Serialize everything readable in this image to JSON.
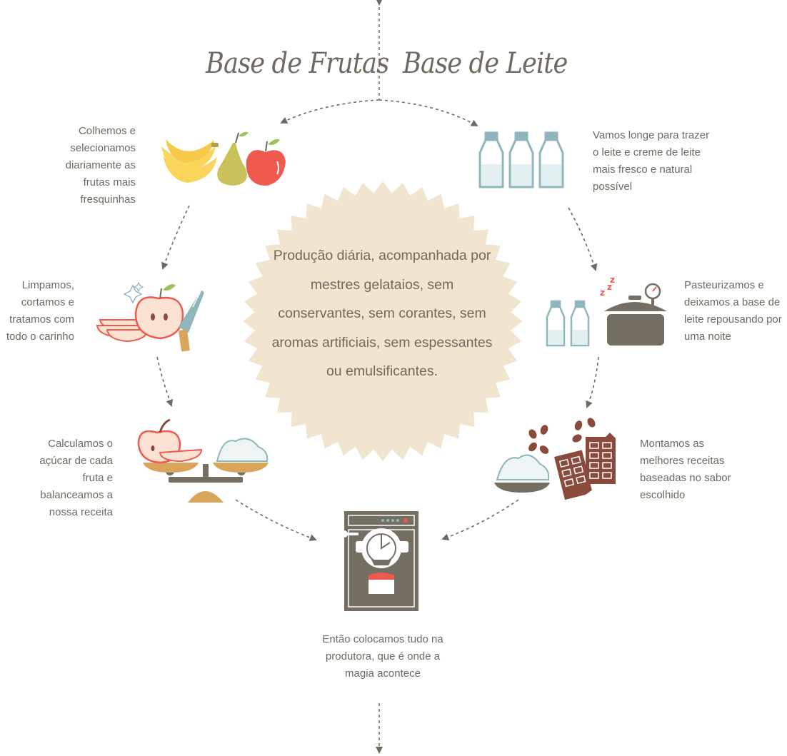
{
  "titles": {
    "fruit_base": "Base de Frutas",
    "milk_base": "Base de Leite"
  },
  "center": {
    "text": "Produção diária, acompanhada por mestres gelataios, sem conservantes, sem corantes, sem aromas artificiais, sem espessantes ou emulsificantes."
  },
  "steps": {
    "fruit_1": "Colhemos e selecionamos diariamente as frutas mais fresquinhas",
    "fruit_2": "Limpamos, cortamos e tratamos com todo o carinho",
    "fruit_3": "Calculamos o açúcar de cada fruta e balanceamos a nossa receita",
    "milk_1": "Vamos longe para trazer o leite e creme de leite mais fresco e natural possível",
    "milk_2": "Pasteurizamos e deixamos a base de leite repousando por uma noite",
    "milk_3": "Montamos as melhores receitas baseadas no sabor escolhido",
    "final": "Então colocamos tudo na produtora, que é onde a magia acontece"
  },
  "colors": {
    "text": "#6f6a5f",
    "badge": "#f1e5cf",
    "arrow": "#6f6a5f",
    "apple_red": "#ef5a4e",
    "banana": "#f9d55b",
    "pear": "#c9c25a",
    "milk_blue": "#8fb6bd",
    "machine": "#756f63",
    "chocolate": "#8a4b3d",
    "scale_gold": "#d9a45b"
  },
  "icons": {
    "fruit_1": "fruits-icon",
    "fruit_2": "apple-knife-icon",
    "fruit_3": "scale-icon",
    "milk_1": "milk-bottles-icon",
    "milk_2": "pasteurizer-icon",
    "milk_3": "chocolate-almonds-icon",
    "final": "ice-cream-machine-icon"
  }
}
